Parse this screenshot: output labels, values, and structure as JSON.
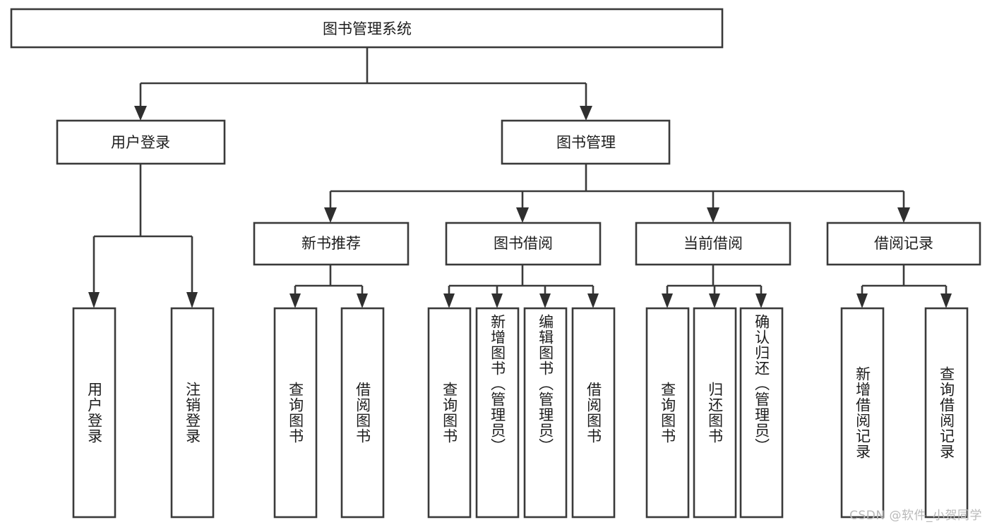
{
  "diagram": {
    "type": "tree",
    "title": "图书管理系统",
    "orientation": "top-down",
    "root": {
      "id": "root",
      "label": "图书管理系统"
    },
    "level2": [
      {
        "id": "user-login",
        "label": "用户登录"
      },
      {
        "id": "book-manage",
        "label": "图书管理"
      }
    ],
    "level3": [
      {
        "id": "new-book-recommend",
        "label": "新书推荐",
        "parent": "book-manage"
      },
      {
        "id": "book-borrow",
        "label": "图书借阅",
        "parent": "book-manage"
      },
      {
        "id": "current-borrow",
        "label": "当前借阅",
        "parent": "book-manage"
      },
      {
        "id": "borrow-record",
        "label": "借阅记录",
        "parent": "book-manage"
      }
    ],
    "leaves": {
      "user-login": [
        {
          "id": "leaf-user-login",
          "label": "用户登录"
        },
        {
          "id": "leaf-user-logout",
          "label": "注销登录"
        }
      ],
      "new-book-recommend": [
        {
          "id": "leaf-query-book-1",
          "label": "查询图书"
        },
        {
          "id": "leaf-borrow-book-1",
          "label": "借阅图书"
        }
      ],
      "book-borrow": [
        {
          "id": "leaf-query-book-2",
          "label": "查询图书"
        },
        {
          "id": "leaf-add-book",
          "label": "新增图书（管理员）"
        },
        {
          "id": "leaf-edit-book",
          "label": "编辑图书（管理员）"
        },
        {
          "id": "leaf-borrow-book-2",
          "label": "借阅图书"
        }
      ],
      "current-borrow": [
        {
          "id": "leaf-query-book-3",
          "label": "查询图书"
        },
        {
          "id": "leaf-return-book",
          "label": "归还图书"
        },
        {
          "id": "leaf-confirm-return",
          "label": "确认归还（管理员）"
        }
      ],
      "borrow-record": [
        {
          "id": "leaf-add-record",
          "label": "新增借阅记录"
        },
        {
          "id": "leaf-query-record",
          "label": "查询借阅记录"
        }
      ]
    }
  },
  "colors": {
    "box_stroke": "#3a3a3a",
    "box_fill": "#ffffff",
    "connector": "#3a3a3a",
    "text": "#1d1d1d",
    "watermark": "#b9b9b9",
    "background": "#ffffff"
  },
  "watermark": {
    "text": "CSDN @软件_小贺同学"
  }
}
